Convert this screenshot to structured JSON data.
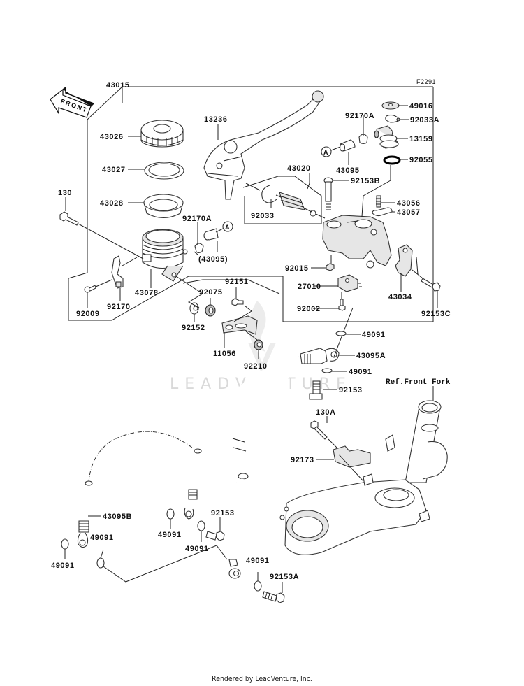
{
  "diagram": {
    "figure_code": "F2291",
    "front_label": "FRONT",
    "watermark": "LEADVENTURE",
    "reference_label": "Ref.Front Fork",
    "callouts": [
      {
        "id": "c43015",
        "text": "43015"
      },
      {
        "id": "c43026",
        "text": "43026"
      },
      {
        "id": "c43027",
        "text": "43027"
      },
      {
        "id": "c43028",
        "text": "43028"
      },
      {
        "id": "c130",
        "text": "130"
      },
      {
        "id": "c13236",
        "text": "13236"
      },
      {
        "id": "c43020",
        "text": "43020"
      },
      {
        "id": "c92033",
        "text": "92033"
      },
      {
        "id": "c92170A_1",
        "text": "92170A"
      },
      {
        "id": "c43095p",
        "text": "(43095)"
      },
      {
        "id": "c43078",
        "text": "43078"
      },
      {
        "id": "c92170",
        "text": "92170"
      },
      {
        "id": "c92009",
        "text": "92009"
      },
      {
        "id": "c49016",
        "text": "49016"
      },
      {
        "id": "c92033A",
        "text": "92033A"
      },
      {
        "id": "c92170A_2",
        "text": "92170A"
      },
      {
        "id": "c13159",
        "text": "13159"
      },
      {
        "id": "c43095",
        "text": "43095"
      },
      {
        "id": "c92055",
        "text": "92055"
      },
      {
        "id": "c92153B",
        "text": "92153B"
      },
      {
        "id": "c43056",
        "text": "43056"
      },
      {
        "id": "c43057",
        "text": "43057"
      },
      {
        "id": "c92015",
        "text": "92015"
      },
      {
        "id": "c27010",
        "text": "27010"
      },
      {
        "id": "c92002",
        "text": "92002"
      },
      {
        "id": "c43034",
        "text": "43034"
      },
      {
        "id": "c92153C",
        "text": "92153C"
      },
      {
        "id": "c92075",
        "text": "92075"
      },
      {
        "id": "c92151",
        "text": "92151"
      },
      {
        "id": "c92152",
        "text": "92152"
      },
      {
        "id": "c11056",
        "text": "11056"
      },
      {
        "id": "c92210",
        "text": "92210"
      },
      {
        "id": "c49091_1",
        "text": "49091"
      },
      {
        "id": "c43095A",
        "text": "43095A"
      },
      {
        "id": "c49091_2",
        "text": "49091"
      },
      {
        "id": "c92153_1",
        "text": "92153"
      },
      {
        "id": "c130A",
        "text": "130A"
      },
      {
        "id": "c92173",
        "text": "92173"
      },
      {
        "id": "c43095B",
        "text": "43095B"
      },
      {
        "id": "c49091_3",
        "text": "49091"
      },
      {
        "id": "c49091_4",
        "text": "49091"
      },
      {
        "id": "c49091_5",
        "text": "49091"
      },
      {
        "id": "c49091_6",
        "text": "49091"
      },
      {
        "id": "c92153_2",
        "text": "92153"
      },
      {
        "id": "c49091_7",
        "text": "49091"
      },
      {
        "id": "c92153A",
        "text": "92153A"
      }
    ],
    "connector_marks": [
      "A",
      "A"
    ]
  },
  "footer": {
    "text": "Rendered by LeadVenture, Inc."
  }
}
